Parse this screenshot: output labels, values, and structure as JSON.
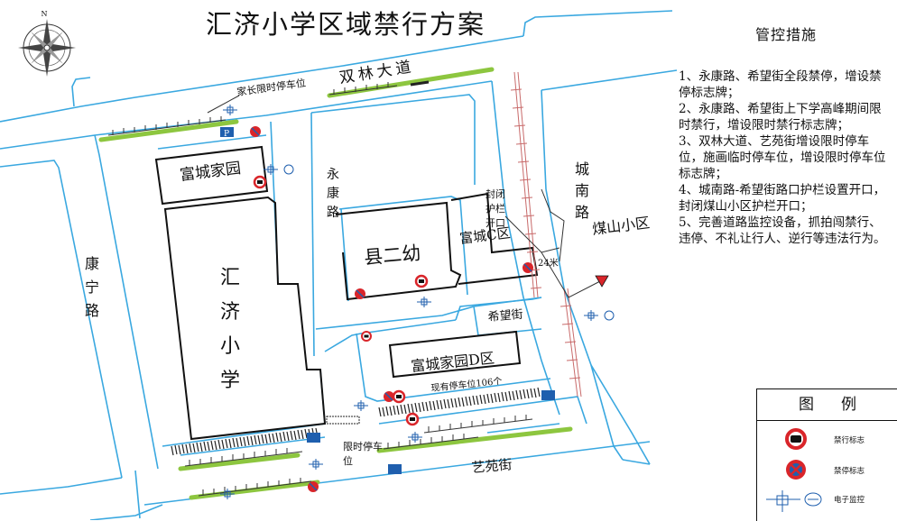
{
  "title": "汇济小学区域禁行方案",
  "compass_letter": "N",
  "measures": {
    "heading": "管控措施",
    "items": [
      "1、永康路、希望街全段禁停，增设禁停标志牌；",
      "2、永康路、希望街上下学高峰期间限时禁行，增设限时禁行标志牌；",
      "3、双林大道、艺苑街增设限时停车位，施画临时停车位，增设限时停车位标志牌；",
      "4、城南路-希望街路口护栏设置开口，封闭煤山小区护栏开口；",
      "5、完善道路监控设备，抓拍闯禁行、违停、不礼让行人、逆行等违法行为。"
    ]
  },
  "legend": {
    "title": "图例",
    "items": [
      {
        "icon": "no-entry-sign-icon",
        "label": "禁行标志"
      },
      {
        "icon": "no-parking-sign-icon",
        "label": "禁停标志"
      },
      {
        "icon": "camera-icon",
        "label": "电子监控"
      }
    ]
  },
  "map": {
    "roads": {
      "shuanglin": "双林大道",
      "yongkang": "永康路",
      "chengnan": "城南路",
      "kangning": "康宁路",
      "xiwang": "希望街",
      "yiyuan": "艺苑街"
    },
    "places": {
      "fucheng_garden": "富城家园",
      "huiji_school": "汇济小学",
      "kindergarten": "县二幼",
      "fucheng_c": "富城C区",
      "fucheng_d": "富城家园D区",
      "meishan": "煤山小区"
    },
    "labels": {
      "parent_parking": "家长限时停车位",
      "closed_barrier": "封闭护栏开口",
      "distance": "24米",
      "existing_parking": "现有停车位106个",
      "timed_parking": "限时停车位",
      "parking_p": "P"
    },
    "colors": {
      "road_edge": "#3aa8e0",
      "green_belt": "#8dc63f",
      "no_sign_red": "#d9252a",
      "parking_blue": "#1f5fae"
    }
  }
}
